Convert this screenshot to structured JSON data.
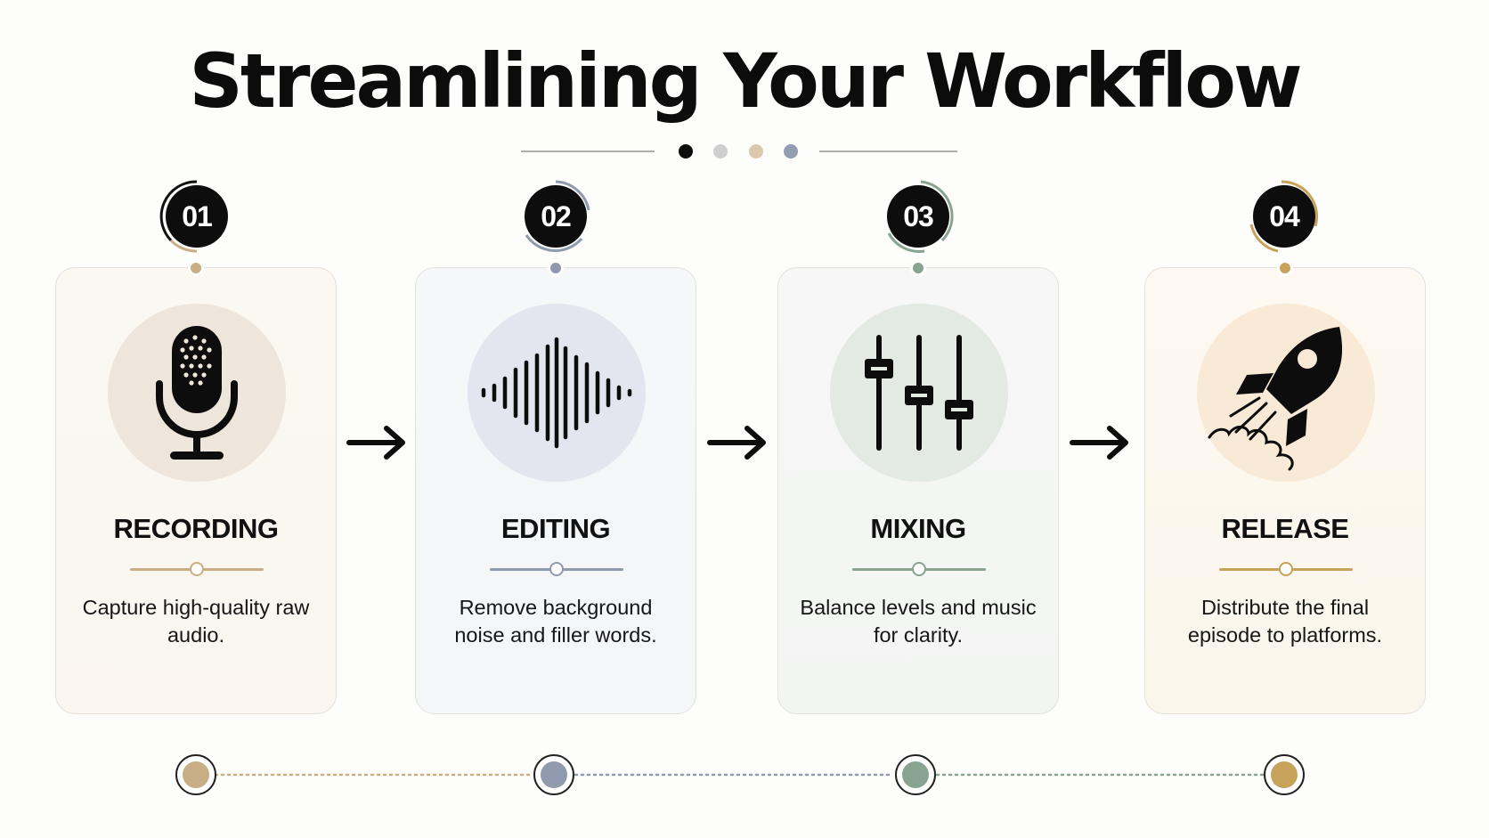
{
  "title": "Streamlining Your Workflow",
  "colors": {
    "recording": "#c9ad85",
    "editing": "#8f9aae",
    "mixing": "#88a390",
    "release": "#c7a25a",
    "dark": "#0d0d0d"
  },
  "steps": [
    {
      "number": "01",
      "name": "RECORDING",
      "description": "Capture high-quality raw audio.",
      "icon": "microphone-icon"
    },
    {
      "number": "02",
      "name": "EDITING",
      "description": "Remove background noise and filler words.",
      "icon": "waveform-icon"
    },
    {
      "number": "03",
      "name": "MIXING",
      "description": "Balance levels and music for clarity.",
      "icon": "mixer-sliders-icon"
    },
    {
      "number": "04",
      "name": "RELEASE",
      "description": "Distribute the final episode to platforms.",
      "icon": "rocket-icon"
    }
  ]
}
